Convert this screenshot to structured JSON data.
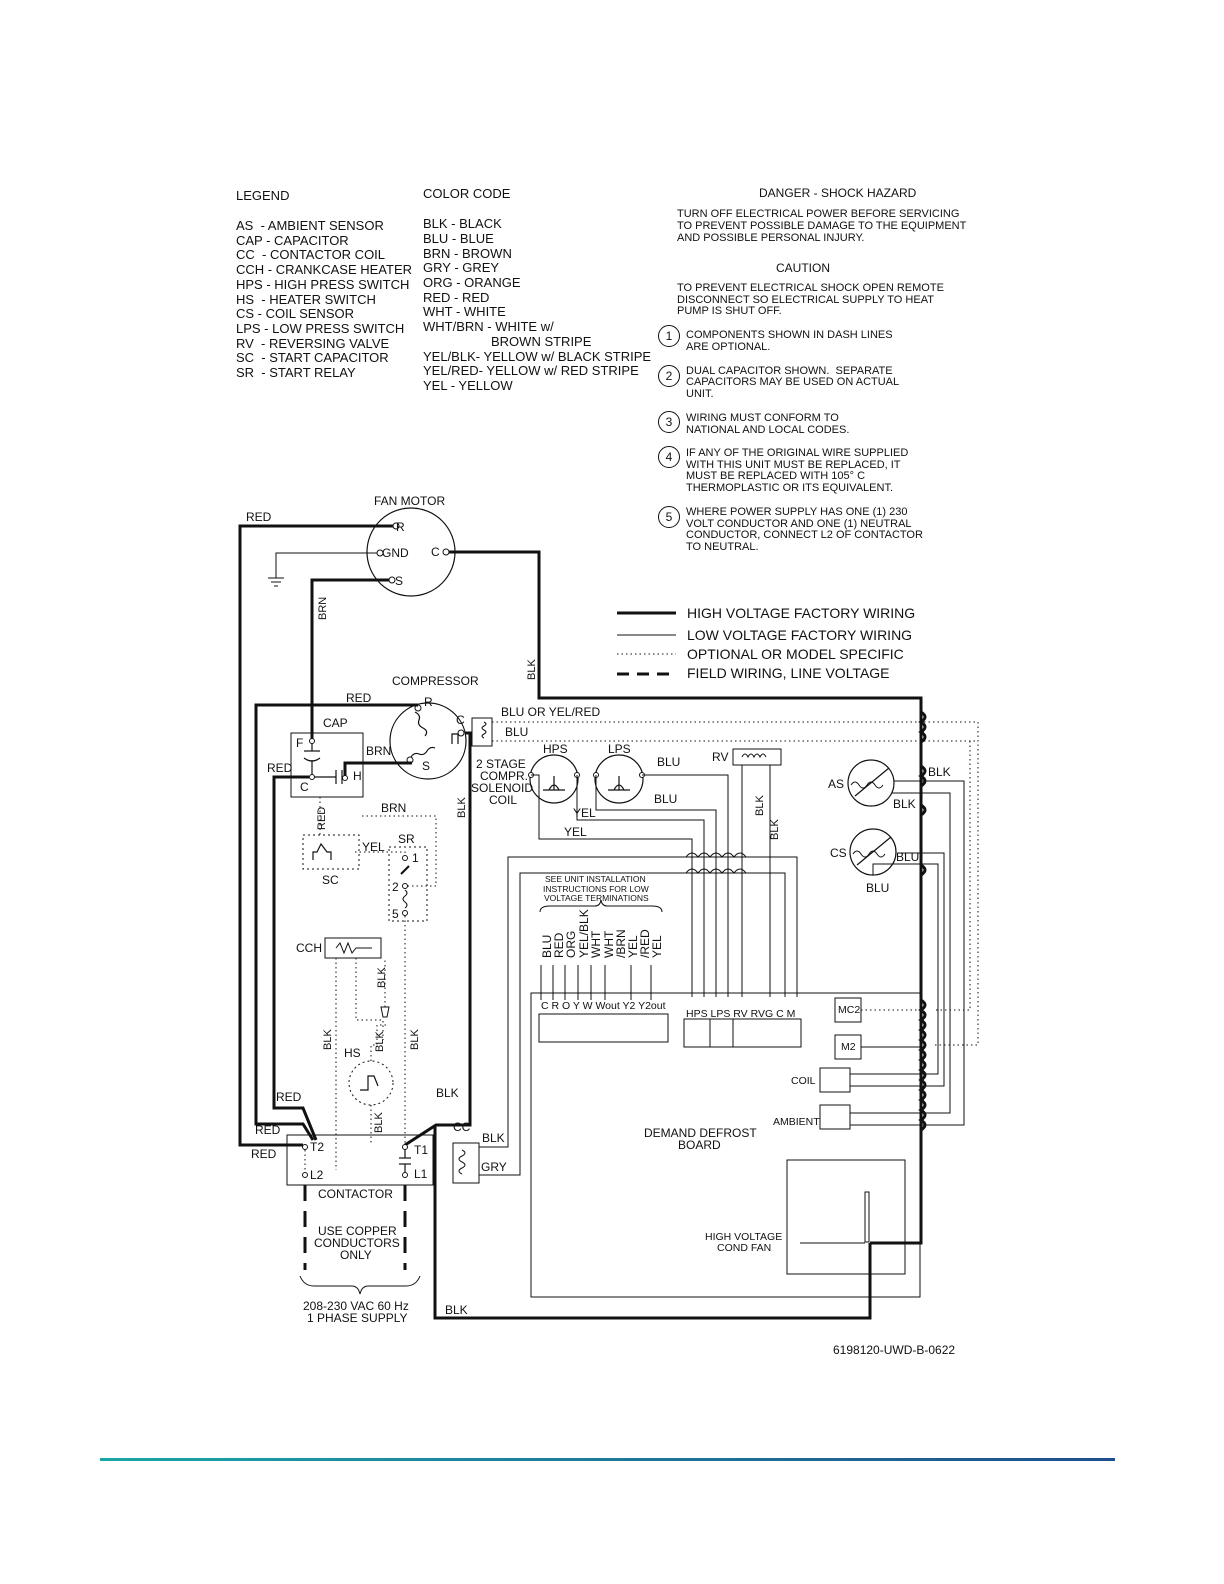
{
  "legend": {
    "title": "LEGEND",
    "items": [
      "AS  - AMBIENT SENSOR",
      "CAP - CAPACITOR",
      "CC  - CONTACTOR COIL",
      "CCH - CRANKCASE HEATER",
      "HPS - HIGH PRESS SWITCH",
      "HS  - HEATER SWITCH",
      "CS - COIL SENSOR",
      "LPS - LOW PRESS SWITCH",
      "RV  - REVERSING VALVE",
      "SC  - START CAPACITOR",
      "SR  - START RELAY"
    ]
  },
  "color_code": {
    "title": "COLOR CODE",
    "items": [
      "BLK - BLACK",
      "BLU - BLUE",
      "BRN - BROWN",
      "GRY - GREY",
      "ORG - ORANGE",
      "RED - RED",
      "WHT - WHITE",
      "WHT/BRN - WHITE w/",
      "BROWN STRIPE",
      "YEL/BLK- YELLOW w/ BLACK STRIPE",
      "YEL/RED- YELLOW w/ RED STRIPE",
      "YEL - YELLOW"
    ]
  },
  "danger": {
    "title": "DANGER - SHOCK HAZARD",
    "lines": [
      "TURN OFF ELECTRICAL POWER BEFORE SERVICING",
      "TO PREVENT POSSIBLE DAMAGE TO THE EQUIPMENT",
      "AND POSSIBLE PERSONAL INJURY."
    ]
  },
  "caution": {
    "title": "CAUTION",
    "lines": [
      "TO PREVENT ELECTRICAL SHOCK OPEN REMOTE",
      "DISCONNECT SO ELECTRICAL SUPPLY TO HEAT",
      "PUMP IS SHUT OFF."
    ]
  },
  "notes": [
    {
      "num": "1",
      "lines": [
        "COMPONENTS SHOWN IN DASH LINES",
        "ARE OPTIONAL."
      ]
    },
    {
      "num": "2",
      "lines": [
        "DUAL CAPACITOR SHOWN.  SEPARATE",
        "CAPACITORS MAY BE USED ON ACTUAL",
        "UNIT."
      ]
    },
    {
      "num": "3",
      "lines": [
        "WIRING MUST CONFORM TO",
        "NATIONAL AND LOCAL CODES."
      ]
    },
    {
      "num": "4",
      "lines": [
        "IF ANY OF THE ORIGINAL WIRE SUPPLIED",
        "WITH THIS UNIT MUST BE REPLACED, IT",
        "MUST BE REPLACED WITH 105° C",
        "THERMOPLASTIC OR ITS EQUIVALENT."
      ]
    },
    {
      "num": "5",
      "lines": [
        "WHERE POWER SUPPLY HAS ONE (1) 230",
        "VOLT CONDUCTOR AND ONE (1) NEUTRAL",
        "CONDUCTOR, CONNECT L2 OF CONTACTOR",
        "TO NEUTRAL."
      ]
    }
  ],
  "line_key": [
    "HIGH VOLTAGE FACTORY WIRING",
    "LOW VOLTAGE FACTORY WIRING",
    "OPTIONAL OR MODEL SPECIFIC",
    "FIELD WIRING, LINE VOLTAGE"
  ],
  "diagram": {
    "fan_motor": "FAN MOTOR",
    "compressor": "COMPRESSOR",
    "cap": "CAP",
    "sc": "SC",
    "sr": "SR",
    "cch": "CCH",
    "hs": "HS",
    "hps": "HPS",
    "lps": "LPS",
    "rv": "RV",
    "as": "AS",
    "cs": "CS",
    "cc": "CC",
    "contactor": "CONTACTOR",
    "solenoid": [
      "2 STAGE",
      "COMPR.",
      "SOLENOID",
      "COIL"
    ],
    "blu_or_yelred": "BLU OR YEL/RED",
    "see_unit": [
      "SEE UNIT INSTALLATION",
      "INSTRUCTIONS FOR LOW",
      "VOLTAGE TERMINATIONS"
    ],
    "thermostat_wires": [
      "BLU",
      "RED",
      "ORG",
      "YEL/BLK",
      "WHT",
      "WHT",
      "/BRN",
      "YEL",
      "/RED",
      "YEL"
    ],
    "thermostat_terms": "C  R  O Y  W Wout Y2 Y2out",
    "board_terms": "HPS  LPS  RV  RVG  C  M",
    "mc2": "MC2",
    "m2": "M2",
    "coil": "COIL",
    "ambient": "AMBIENT",
    "board": [
      "DEMAND DEFROST",
      "BOARD"
    ],
    "hv_fan": [
      "HIGH VOLTAGE",
      "COND FAN"
    ],
    "copper": [
      "USE COPPER",
      "CONDUCTORS",
      "ONLY"
    ],
    "supply": [
      "208-230 VAC 60 Hz",
      "1 PHASE SUPPLY"
    ],
    "terms": {
      "R": "R",
      "GND": "GND",
      "C": "C",
      "S": "S",
      "F": "F",
      "H": "H",
      "T1": "T1",
      "T2": "T2",
      "L1": "L1",
      "L2": "L2",
      "one": "1",
      "two": "2",
      "five": "5"
    },
    "wire": {
      "red": "RED",
      "brn": "BRN",
      "blk": "BLK",
      "blu": "BLU",
      "yel": "YEL",
      "gry": "GRY"
    }
  },
  "doc_id": "6198120-UWD-B-0622"
}
